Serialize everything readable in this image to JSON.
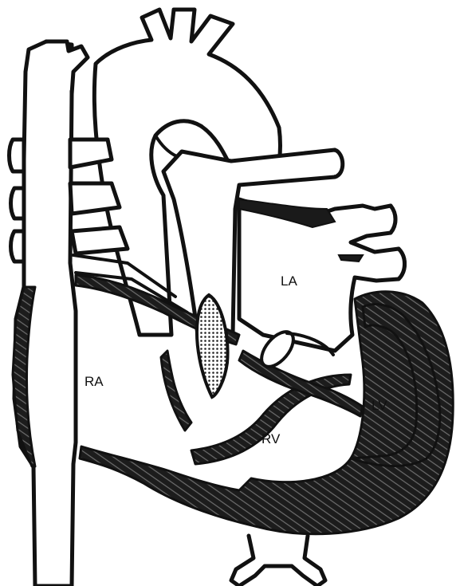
{
  "labels": {
    "right_atrium": "RA",
    "left_atrium": "LA",
    "right_ventricle": "RV",
    "left_ventricle": "LV"
  },
  "colors": {
    "line": "#111111",
    "background": "#ffffff"
  }
}
